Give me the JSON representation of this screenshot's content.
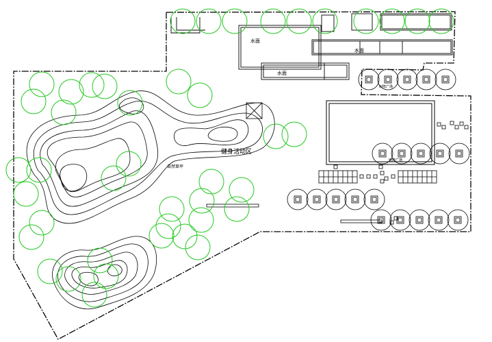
{
  "colors": {
    "background": "#ffffff",
    "linework": "#000000",
    "tree": "#22c81e"
  },
  "labels": {
    "water_1": "水面",
    "water_2": "水面",
    "water_3": "水面",
    "mound_label": "健身活动区",
    "lawn_label": "自然草坪",
    "plaza_label_1": "树阵广场",
    "plaza_label_2": "树阵广场"
  }
}
